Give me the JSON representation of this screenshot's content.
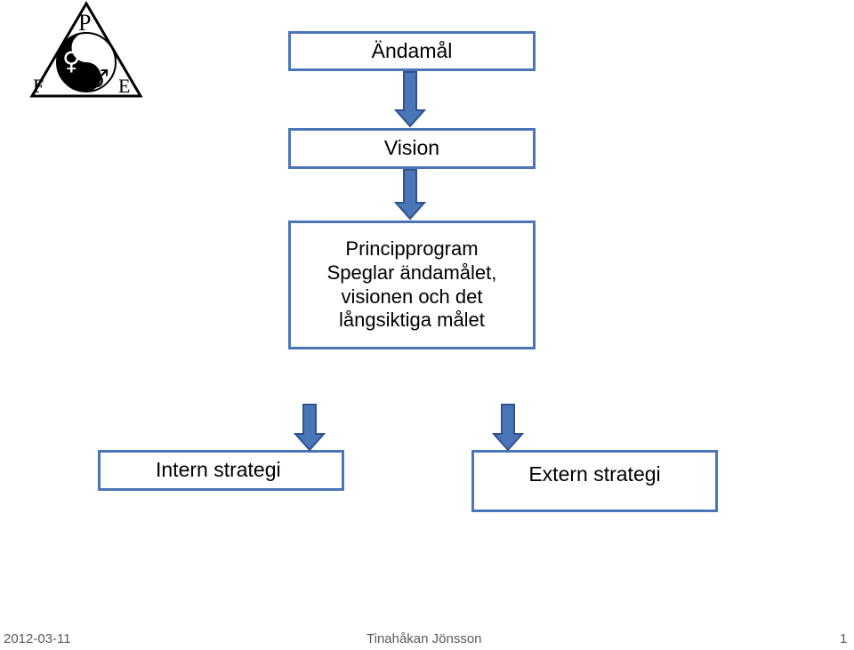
{
  "logo": {
    "letters": {
      "top": "P",
      "left": "F",
      "right": "E"
    },
    "symbols": {
      "female": "♀",
      "male": "♂"
    }
  },
  "diagram": {
    "purpose": "Ändamål",
    "vision": "Vision",
    "program": {
      "lines": [
        "Principprogram",
        "Speglar ändamålet,",
        "visionen och det",
        "långsiktiga målet"
      ]
    },
    "intern": "Intern strategi",
    "extern": "Extern strategi"
  },
  "footer": {
    "date": "2012-03-11",
    "author": "Tinahåkan Jönsson",
    "page": "1"
  },
  "colors": {
    "box_border": "#4a76b8",
    "arrow_fill": "#4a76b8",
    "arrow_stroke": "#2f528f"
  }
}
